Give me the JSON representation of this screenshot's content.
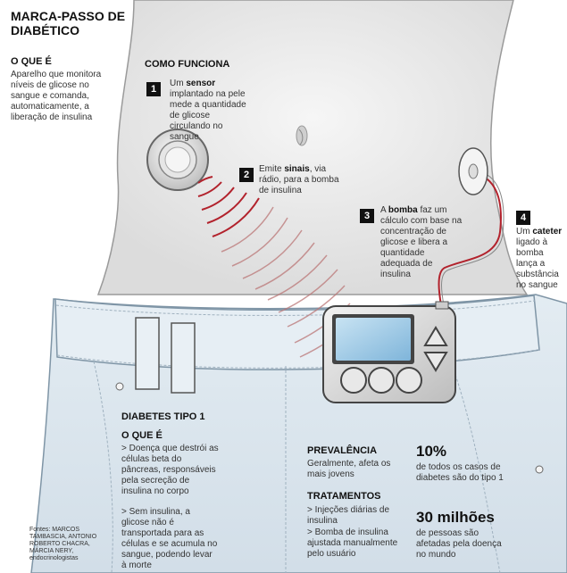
{
  "title": "MARCA-PASSO DE DIABÉTICO",
  "intro": {
    "heading": "O QUE É",
    "text": "Aparelho que monitora níveis de glicose no sangue e comanda, automaticamente, a liberação de insulina"
  },
  "how": {
    "heading": "COMO FUNCIONA",
    "steps": [
      {
        "num": "1",
        "pre": "Um ",
        "key": "sensor",
        "post": " implantado na pele mede a quantidade de glicose circulando no sangue"
      },
      {
        "num": "2",
        "pre": "Emite ",
        "key": "sinais",
        "post": ", via rádio, para a bomba de insulina"
      },
      {
        "num": "3",
        "pre": "A ",
        "key": "bomba",
        "post": " faz um cálculo com base na concentração de glicose e libera a quantidade adequada de insulina"
      },
      {
        "num": "4",
        "pre": "Um ",
        "key": "cateter",
        "post": " ligado à bomba lança a substância no sangue"
      }
    ]
  },
  "type1": {
    "heading": "DIABETES TIPO 1",
    "sub": "O QUE É",
    "bullets": [
      "> Doença que destrói as células beta do pâncreas, responsáveis pela secreção de insulina no corpo",
      "> Sem insulina, a glicose não é transportada para as células e se acumula no sangue, podendo levar à morte"
    ]
  },
  "prevalence": {
    "heading": "PREVALÊNCIA",
    "text": "Geralmente, afeta os mais jovens"
  },
  "treatments": {
    "heading": "TRATAMENTOS",
    "items": [
      "> Injeções diárias de insulina",
      "> Bomba de insulina ajustada manualmente pelo usuário"
    ]
  },
  "stats": [
    {
      "value": "10%",
      "label": "de todos os casos de diabetes são do tipo 1"
    },
    {
      "value": "30 milhões",
      "label": "de pessoas são afetadas pela doença no mundo"
    }
  ],
  "sources": "Fontes: MARCOS TAMBASCIA, ANTONIO ROBERTO CHACRA, MÁRCIA NERY, endocrinologistas",
  "colors": {
    "skin": "#eeeeee",
    "jeans": "#dbe6ee",
    "signal": "#b2222c",
    "screen": "#9ecbe8",
    "outline": "#555555"
  }
}
